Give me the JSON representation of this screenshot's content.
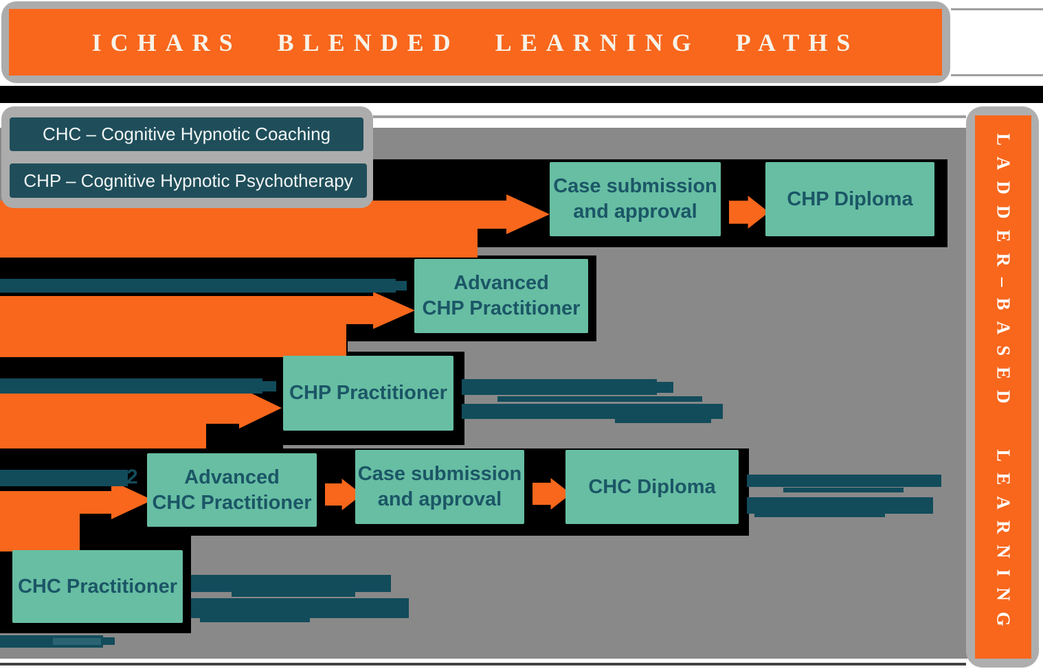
{
  "banner": {
    "title": "ICHARS BLENDED LEARNING PATHS"
  },
  "legend": {
    "chc": "CHC – Cognitive Hypnotic Coaching",
    "chp": "CHP – Cognitive Hypnotic Psychotherapy"
  },
  "sidebar": {
    "label": "LADDER–BASED LEARNING"
  },
  "boxes": {
    "case_submission_chp": {
      "line1": "Case submission",
      "line2": "and approval"
    },
    "chp_diploma": {
      "label": "CHP Diploma"
    },
    "advanced_chp": {
      "line1": "Advanced",
      "line2": "CHP Practitioner"
    },
    "chp_practitioner": {
      "label": "CHP Practitioner"
    },
    "advanced_chc": {
      "line1": "Advanced",
      "line2": "CHC Practitioner"
    },
    "case_submission_chc": {
      "line1": "Case submission",
      "line2": "and approval"
    },
    "chc_diploma": {
      "label": "CHC Diploma"
    },
    "chc_practitioner": {
      "label": "CHC Practitioner"
    }
  },
  "stray_text": {
    "row4_bar_digit": "2"
  },
  "colors": {
    "orange": "#f8671c",
    "teal_box": "#67bea3",
    "box_text": "#1b5666",
    "legend_bg": "#1f4e5a",
    "redacted_bar": "#124c5b",
    "background_gray": "#898989",
    "border_gray": "#acacac",
    "shadow_black": "#000000",
    "banner_text": "#f7f2e8"
  }
}
